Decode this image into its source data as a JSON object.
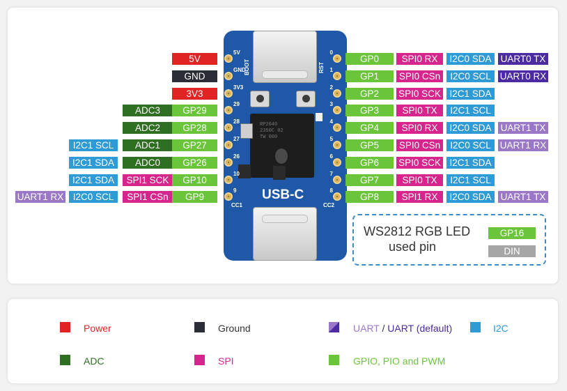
{
  "colors": {
    "power": "#e02424",
    "ground": "#2a2d36",
    "adc": "#2e6f22",
    "gpio": "#6ac53b",
    "spi": "#d6268d",
    "i2c": "#2f9bd6",
    "uart": "#9a78c7",
    "uart_default": "#4b2aa2",
    "board": "#1f58a6"
  },
  "left_pins": [
    {
      "labels": [
        "5V"
      ],
      "silk": "5V"
    },
    {
      "labels": [
        "GND"
      ],
      "silk": "GND"
    },
    {
      "labels": [
        "3V3"
      ],
      "silk": "3V3"
    },
    {
      "labels": [
        "ADC3",
        "GP29"
      ],
      "silk": "29"
    },
    {
      "labels": [
        "ADC2",
        "GP28"
      ],
      "silk": "28"
    },
    {
      "labels": [
        "I2C1 SCL",
        "ADC1",
        "GP27"
      ],
      "silk": "27"
    },
    {
      "labels": [
        "I2C1 SDA",
        "ADC0",
        "GP26"
      ],
      "silk": "26"
    },
    {
      "labels": [
        "I2C1 SDA",
        "SPI1 SCK",
        "GP10"
      ],
      "silk": "10"
    },
    {
      "labels": [
        "UART1 RX",
        "I2C0 SCL",
        "SPI1 CSn",
        "GP9"
      ],
      "silk": "9"
    }
  ],
  "right_pins": [
    {
      "labels": [
        "GP0",
        "SPI0 RX",
        "I2C0 SDA",
        "UART0 TX"
      ],
      "silk": "0"
    },
    {
      "labels": [
        "GP1",
        "SPI0 CSn",
        "I2C0 SCL",
        "UART0 RX"
      ],
      "silk": "1"
    },
    {
      "labels": [
        "GP2",
        "SPI0 SCK",
        "I2C1 SDA"
      ],
      "silk": "2"
    },
    {
      "labels": [
        "GP3",
        "SPI0 TX",
        "I2C1 SCL"
      ],
      "silk": "3"
    },
    {
      "labels": [
        "GP4",
        "SPI0 RX",
        "I2C0 SDA",
        "UART1 TX"
      ],
      "silk": "4"
    },
    {
      "labels": [
        "GP5",
        "SPI0 CSn",
        "I2C0 SCL",
        "UART1 RX"
      ],
      "silk": "5"
    },
    {
      "labels": [
        "GP6",
        "SPI0 SCK",
        "I2C1 SDA"
      ],
      "silk": "6"
    },
    {
      "labels": [
        "GP7",
        "SPI0 TX",
        "I2C1 SCL"
      ],
      "silk": "7"
    },
    {
      "labels": [
        "GP8",
        "SPI1 RX",
        "I2C0 SDA",
        "UART1 TX"
      ],
      "silk": "8"
    }
  ],
  "board": {
    "usb_label": "USB-C",
    "boot_label": "BOOT",
    "reset_label": "RST",
    "cc1_label": "CC1",
    "cc2_label": "CC2",
    "chip_text": [
      "RP2040",
      "2350C 02",
      "TW 000"
    ]
  },
  "led_box": {
    "title_line1": "WS2812 RGB LED",
    "title_line2": "used pin",
    "gpio": "GP16",
    "din": "DIN"
  },
  "legend": [
    {
      "label": "Power",
      "color": "#e02424",
      "text_color": "#e02424"
    },
    {
      "label": "Ground",
      "color": "#2a2d36",
      "text_color": "#333333"
    },
    {
      "label_a": "UART",
      "label_sep": " / ",
      "label_b": "UART (default)",
      "color": "#9a78c7",
      "color2": "#4b2aa2",
      "text_color": "#9a78c7"
    },
    {
      "label": "I2C",
      "color": "#2f9bd6",
      "text_color": "#2f9bd6"
    },
    {
      "label": "ADC",
      "color": "#2e6f22",
      "text_color": "#2e6f22"
    },
    {
      "label": "SPI",
      "color": "#d6268d",
      "text_color": "#d6268d"
    },
    {
      "label": "GPIO, PIO and PWM",
      "color": "#6ac53b",
      "text_color": "#6ac53b"
    }
  ]
}
